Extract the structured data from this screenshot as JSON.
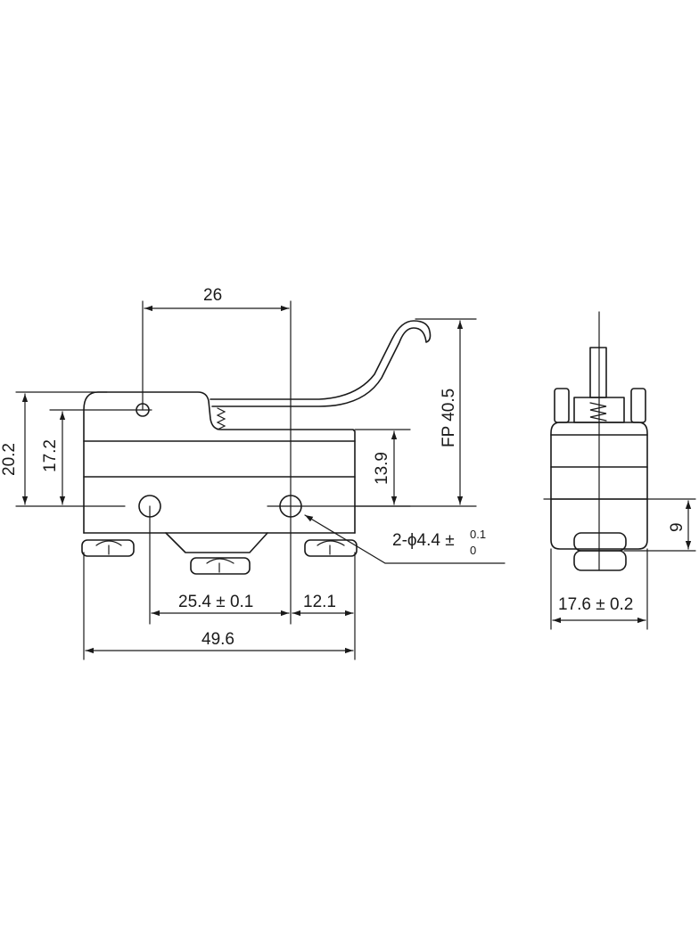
{
  "front_view": {
    "dim_top": "26",
    "dim_left_outer": "20.2",
    "dim_left_inner": "17.2",
    "dim_right_body": "13.9",
    "dim_fp": "FP 40.5",
    "dim_hole_spacing": "25.4 ± 0.1",
    "dim_right_offset": "12.1",
    "dim_overall_length": "49.6",
    "callout_holes_prefix": "2-ϕ4.4 ±",
    "callout_tol_upper": "0.1",
    "callout_tol_lower": "0"
  },
  "side_view": {
    "dim_height": "9",
    "dim_width": "17.6 ± 0.2"
  }
}
